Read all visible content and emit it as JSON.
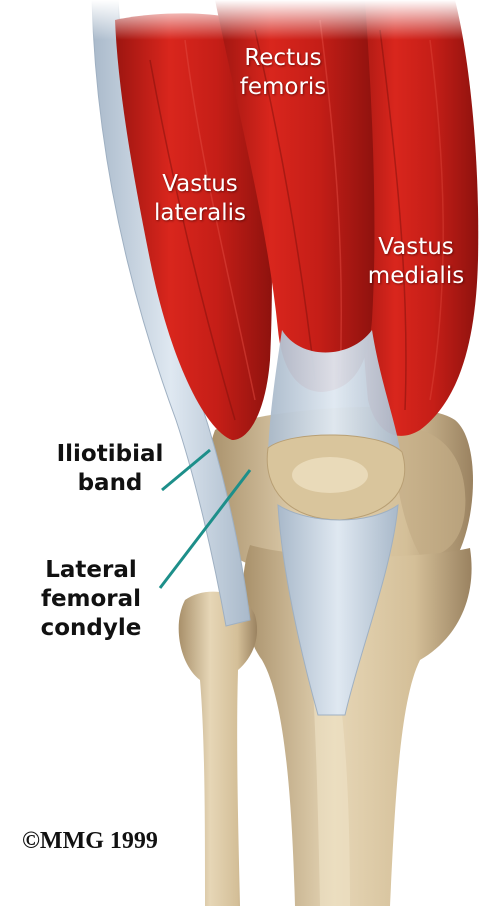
{
  "labels": {
    "rectus_femoris": [
      "Rectus",
      "femoris"
    ],
    "vastus_lateralis": [
      "Vastus",
      "lateralis"
    ],
    "vastus_medialis": [
      "Vastus",
      "medialis"
    ],
    "iliotibial_band": [
      "Iliotibial",
      "band"
    ],
    "lateral_femoral_condyle": [
      "Lateral",
      "femoral",
      "condyle"
    ]
  },
  "copyright": "©MMG 1999",
  "colors": {
    "muscle": "#c8201a",
    "muscle_dark": "#8e120e",
    "tendon": "#c9d6e4",
    "bone": "#d8c4a0",
    "leader_line": "#1d8f8a"
  }
}
